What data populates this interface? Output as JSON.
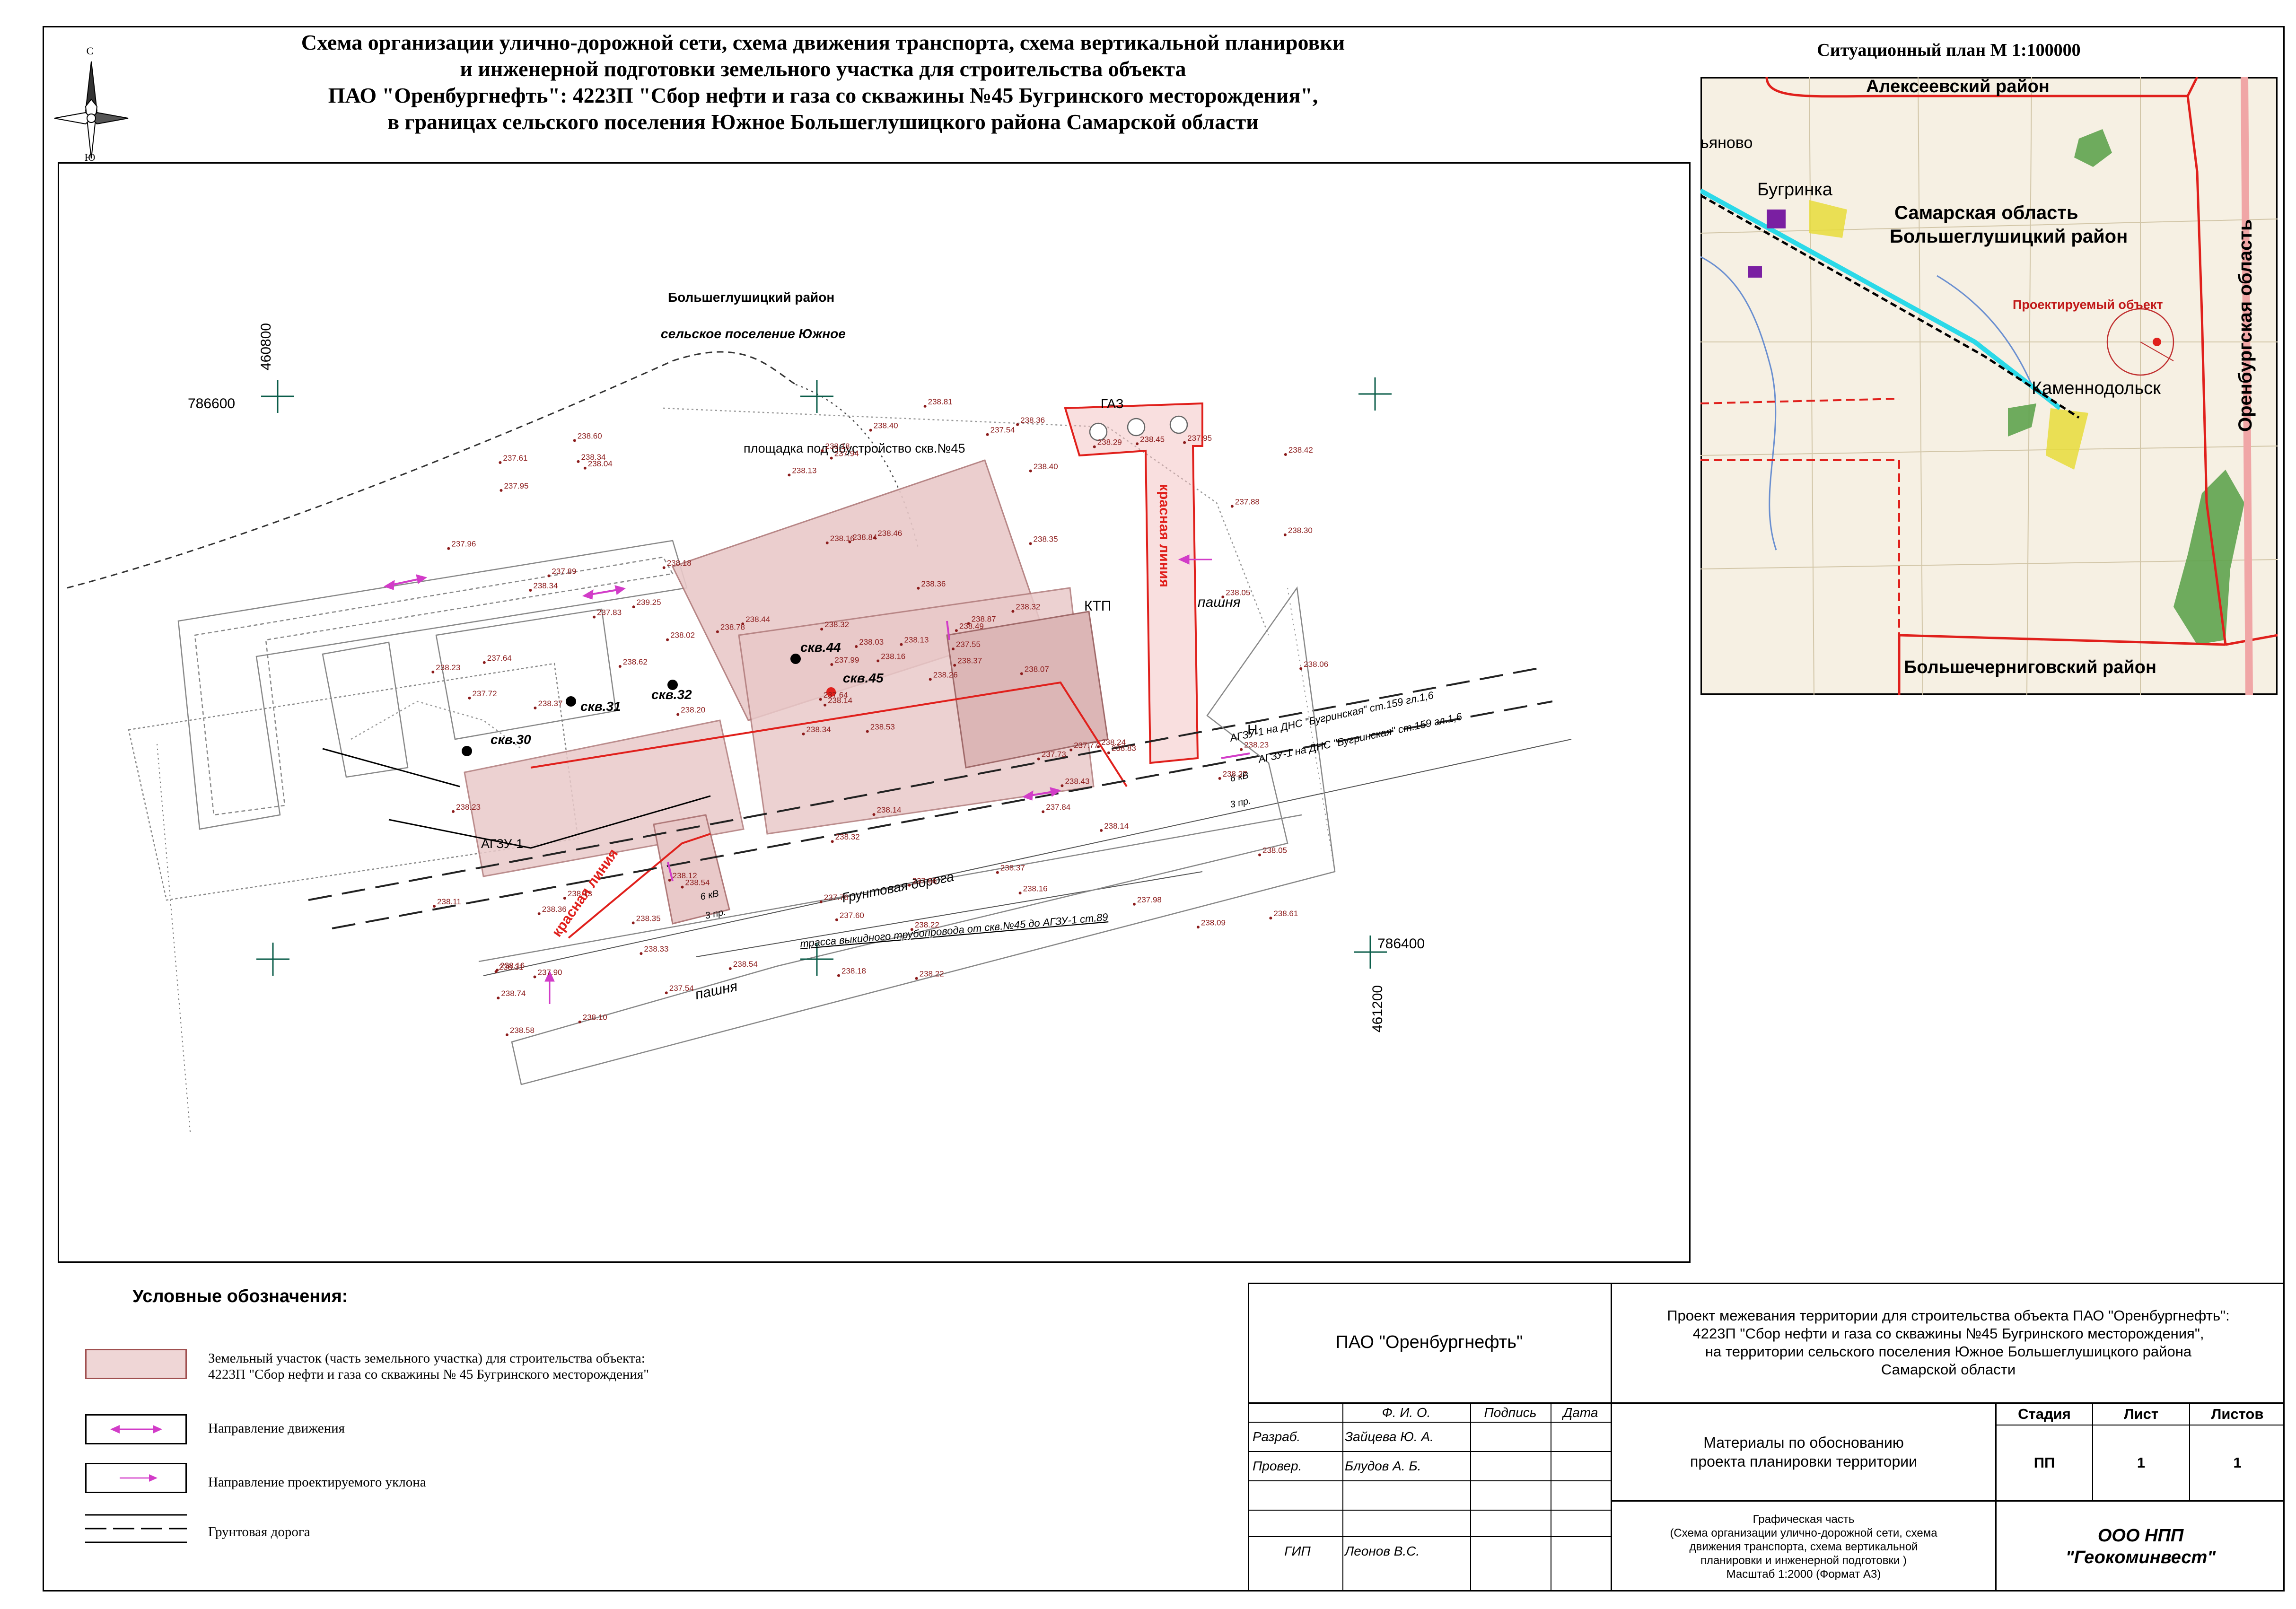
{
  "title": {
    "lines": [
      "Схема организации улично-дорожной сети, схема движения транспорта, схема вертикальной планировки",
      "и инженерной подготовки земельного участка для строительства объекта",
      "ПАО \"Оренбургнефть\":  4223П \"Сбор нефти и газа со скважины №45 Бугринского месторождения\",",
      "в границах сельского поселения Южное Большеглушицкого района Самарской области"
    ]
  },
  "compass": {
    "north": "С",
    "south": "Ю"
  },
  "main_map": {
    "district_label": "Большеглушицкий район",
    "settlement_label": "сельское поселение Южное",
    "coords": {
      "y_top_left": "786600",
      "x_top_left": "460800",
      "y_bottom_right": "786400",
      "x_bottom_right": "461200"
    },
    "labels": {
      "gas": "ГАЗ",
      "ktp": "КТП",
      "agzu": "АГЗУ-1",
      "pad": "площадка под обустройство скв.№45",
      "red_line_1": "красная линия",
      "red_line_2": "красная линия",
      "field_1": "пашня",
      "field_2": "пашня",
      "dirt_road": "Грунтовая дорога",
      "route": "трасса выкидного трубопровода от скв.№45 до АГЗУ-1 ст.89",
      "pipe_1": "АГЗУ-1 на ДНС \"Бугринская\" ст.159 гл.1,6",
      "pipe_2": "АГЗУ-1 на ДНС \"Бугринская\" ст.159 гл.1,6",
      "kv_1": "6 кВ",
      "kv_2": "6 кВ",
      "pr_1": "3 пр.",
      "pr_2": "3 пр.",
      "n": "Н"
    },
    "wells": [
      "скв.30",
      "скв.31",
      "скв.32",
      "скв.44",
      "скв.45"
    ],
    "elevations": [
      "238.53",
      "238.34",
      "238.14",
      "238.16",
      "238.49",
      "238.54",
      "238.36",
      "238.46",
      "238.40",
      "238.26",
      "238.04",
      "238.61",
      "238.37",
      "238.42",
      "238.34",
      "238.35",
      "238.10",
      "238.16",
      "238.36",
      "238.13",
      "238.44",
      "238.74",
      "238.33",
      "238.84",
      "238.87",
      "238.83",
      "237.89",
      "237.94",
      "237.72",
      "237.73",
      "238.30",
      "237.64",
      "237.76",
      "237.99",
      "238.18",
      "238.29",
      "238.12",
      "238.09",
      "238.05",
      "238.24",
      "238.81",
      "238.78",
      "238.62",
      "237.84",
      "237.54",
      "238.23",
      "237.55",
      "238.58",
      "237.60",
      "238.37",
      "238.36",
      "237.88",
      "237.96",
      "238.43",
      "238.16",
      "238.35",
      "238.34",
      "237.61",
      "237.66",
      "237.95",
      "238.40",
      "238.20",
      "237.64",
      "239.25",
      "238.45",
      "238.60",
      "237.54",
      "238.13",
      "238.03",
      "238.11",
      "238.32",
      "238.54",
      "237.77",
      "238.02",
      "238.31",
      "237.95",
      "237.83",
      "238.23",
      "238.32",
      "238.22",
      "238.13",
      "237.90",
      "238.07",
      "238.23",
      "238.18",
      "238.05",
      "238.14",
      "237.98",
      "238.22",
      "238.37",
      "238.18",
      "238.06",
      "238.32",
      "238.14",
      "238.16",
      "238.27"
    ]
  },
  "situation_plan": {
    "title": "Ситуационный план М 1:100000",
    "labels": {
      "alekseevsky": "Алексеевский район",
      "samara": "Самарская область",
      "bolsheglush": "Большеглушицкий район",
      "orenburg": "Оренбургская область",
      "bolshechern": "Большечерниговский район",
      "bugrinka": "Бугринка",
      "kamennodolsk": "Каменнодольск",
      "yanovo": "ьяново",
      "object": "Проектируемый объект"
    }
  },
  "legend": {
    "title": "Условные обозначения:",
    "items": [
      {
        "text_1": "Земельный участок (часть земельного участка) для строительства объекта:",
        "text_2": "4223П \"Сбор нефти и газа со скважины № 45 Бугринского месторождения\""
      },
      {
        "text_1": "Направление движения"
      },
      {
        "text_1": "Направление проектируемого уклона"
      },
      {
        "text_1": "Грунтовая дорога"
      }
    ]
  },
  "stamp": {
    "company": "ПАО \"Оренбургнефть\"",
    "project_lines": [
      "Проект межевания территории для строительства объекта ПАО \"Оренбургнефть\":",
      "4223П \"Сбор нефти и газа со скважины №45 Бугринского месторождения\",",
      "на территории сельского поселения Южное Большеглушицкого района",
      "Самарской области"
    ],
    "headers": {
      "fio": "Ф. И. О.",
      "sign": "Подпись",
      "date": "Дата"
    },
    "rows": [
      {
        "role": "Разраб.",
        "name": "Зайцева Ю. А."
      },
      {
        "role": "Провер.",
        "name": "Блудов А. Б."
      },
      {
        "role": "ГИП",
        "name": "Леонов В.С."
      }
    ],
    "materials": [
      "Материалы по обоснованию",
      "проекта планировки территории"
    ],
    "stage_h": "Стадия",
    "sheet_h": "Лист",
    "sheets_h": "Листов",
    "stage": "ПП",
    "sheet": "1",
    "sheets": "1",
    "graphic": [
      "Графическая часть",
      "(Схема организации улично-дорожной сети, схема",
      "движения транспорта, схема вертикальной",
      "планировки и инженерной подготовки )",
      "Масштаб 1:2000 (Формат А3)"
    ],
    "org": [
      "ООО НПП",
      "\"Геокоминвест\""
    ]
  },
  "colors": {
    "parcel_fill": "#e9c9c9",
    "parcel_stroke": "#b07a7a",
    "red_line": "#e0201c",
    "magenta": "#d23cc8",
    "elev_text": "#8b1a1a"
  }
}
